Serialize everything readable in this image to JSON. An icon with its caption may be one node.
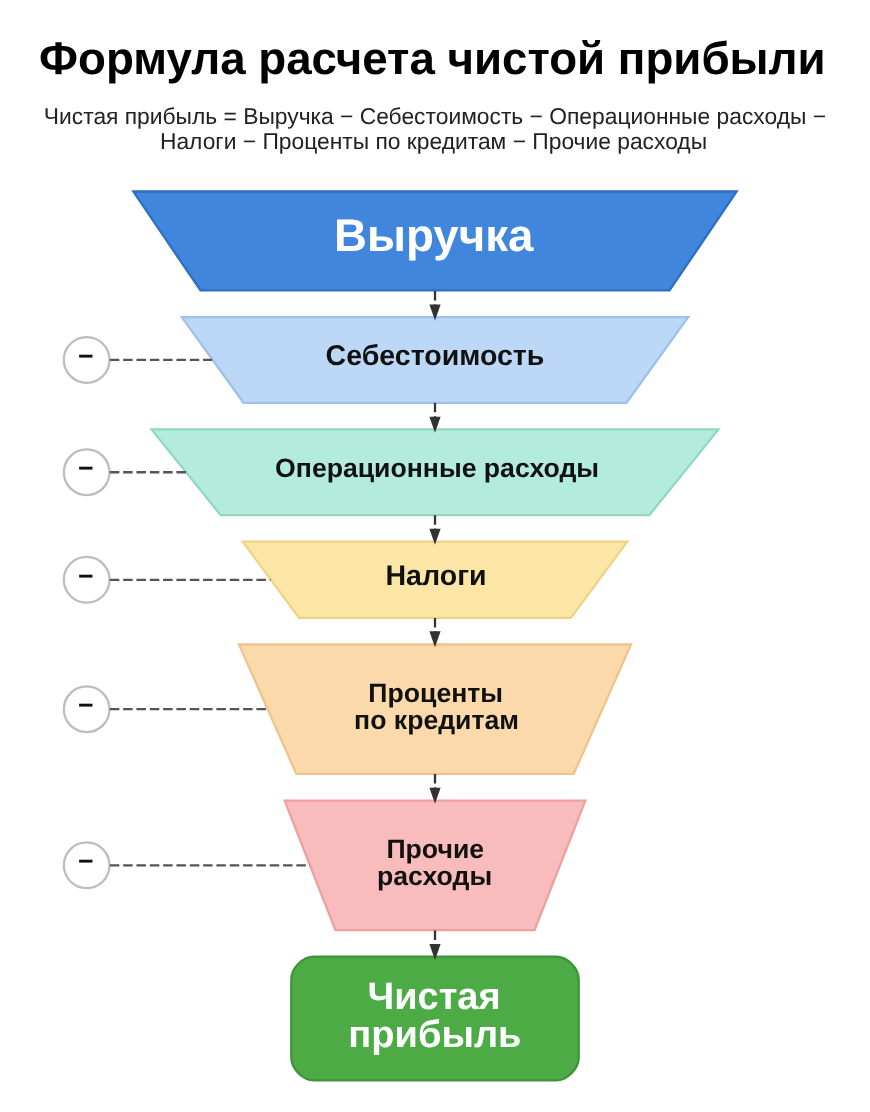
{
  "diagram": {
    "title": "Формула расчета чистой прибыли",
    "nodes": [
      {
        "text": [
          "Выручка"
        ]
      },
      {
        "text": [
          "−"
        ]
      },
      {
        "text": [
          "Себестоимость"
        ]
      },
      {
        "text": [
          "−"
        ]
      },
      {
        "text": [
          "Операционные расходы"
        ]
      },
      {
        "text": [
          "−"
        ]
      },
      {
        "text": [
          "Налоги"
        ]
      },
      {
        "text": [
          "−"
        ]
      },
      {
        "text": [
          "Проценты по кредитам"
        ]
      },
      {
        "text": [
          "−"
        ]
      },
      {
        "text": [
          "Прочие расходы"
        ]
      },
      {
        "text": [
          "Чистая прибыль"
        ]
      }
    ],
    "edges": [
      {
        "from": 0,
        "to": 2,
        "arrow": "to",
        "style": "dashed"
      },
      {
        "from": 1,
        "to": 2,
        "arrow": "none",
        "style": "dashed"
      },
      {
        "from": 2,
        "to": 4,
        "arrow": "to",
        "style": "dashed"
      },
      {
        "from": 3,
        "to": 4,
        "arrow": "none",
        "style": "dashed"
      },
      {
        "from": 4,
        "to": 6,
        "arrow": "to",
        "style": "dashed"
      },
      {
        "from": 5,
        "to": 6,
        "arrow": "none",
        "style": "dashed"
      },
      {
        "from": 6,
        "to": 8,
        "arrow": "to",
        "style": "dashed"
      },
      {
        "from": 7,
        "to": 8,
        "arrow": "none",
        "style": "dashed"
      },
      {
        "from": 8,
        "to": 10,
        "arrow": "to",
        "style": "dashed"
      },
      {
        "from": 9,
        "to": 10,
        "arrow": "none",
        "style": "dashed"
      },
      {
        "from": 10,
        "to": 11,
        "arrow": "to",
        "style": "dashed"
      }
    ],
    "labels": [
      "Чистая прибыль = Выручка − Себестоимость − Операционные расходы − Налоги − Проценты по кредитам − Прочие расходы"
    ]
  }
}
